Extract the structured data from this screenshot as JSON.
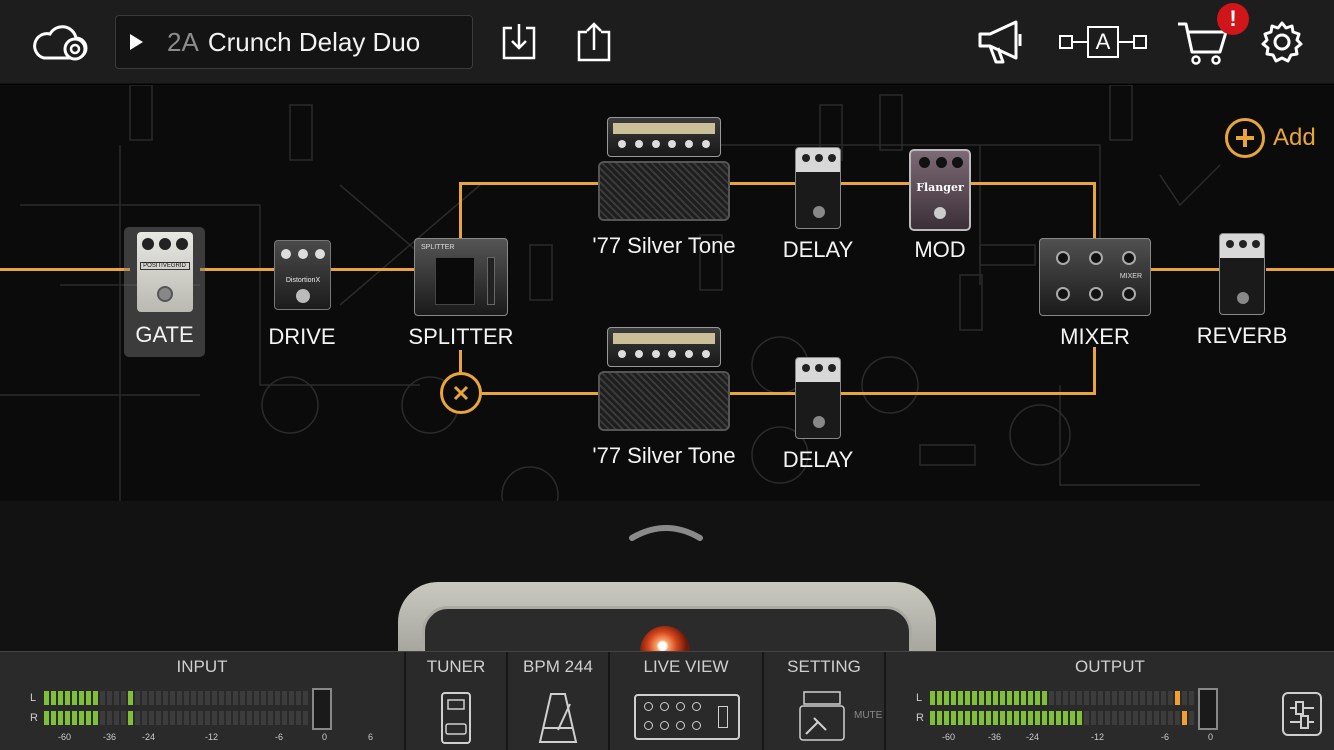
{
  "topbar": {
    "cloud_icon": "cloud-sync-icon",
    "preset_number": "2A",
    "preset_name": "Crunch Delay Duo",
    "save_icon": "download-icon",
    "share_icon": "share-icon",
    "announce_icon": "megaphone-icon",
    "ab_label": "A",
    "cart_icon": "cart-icon",
    "cart_badge": "!",
    "settings_icon": "gear-icon"
  },
  "chain": {
    "add_label": "Add",
    "blocks": {
      "gate": "GATE",
      "drive": "DRIVE",
      "splitter": "SPLITTER",
      "amp_a": "'77 Silver Tone",
      "delay_a": "DELAY",
      "mod": "MOD",
      "mixer": "MIXER",
      "reverb": "REVERB",
      "amp_b": "'77 Silver Tone",
      "delay_b": "DELAY"
    },
    "pedal_text": {
      "gate": "POSITIVEGRID",
      "drive": "DistortionX",
      "splitter": "SPLITTER",
      "mod": "Flanger",
      "mixer": "MIXER"
    }
  },
  "bottom": {
    "input_title": "INPUT",
    "tuner_title": "TUNER",
    "bpm_title": "BPM 244",
    "liveview_title": "LIVE VIEW",
    "setting_title": "SETTING",
    "output_title": "OUTPUT",
    "meter_left": "L",
    "meter_right": "R",
    "scale": [
      "-60",
      "-36",
      "-24",
      "-12",
      "-6",
      "0",
      "6"
    ],
    "setting_sub": "MUTE",
    "colors": {
      "accent": "#e9a43a",
      "meter_green": "#7fbf3a",
      "meter_orange": "#f0a030"
    }
  }
}
